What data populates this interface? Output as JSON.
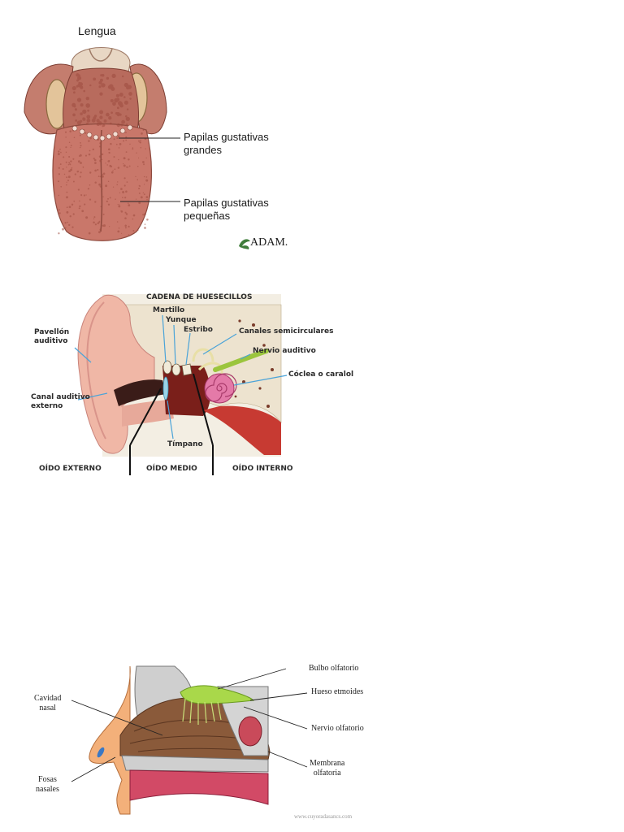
{
  "tongue": {
    "title": "Lengua",
    "large_papillae": "Papilas gustativas\ngrandes",
    "small_papillae": "Papilas gustativas\npequeñas",
    "logo": "ADAM."
  },
  "ear": {
    "ossicles_title": "CADENA DE HUESECILLOS",
    "martillo": "Martillo",
    "yunque": "Yunque",
    "estribo": "Estribo",
    "canales": "Canales semicirculares",
    "nervio": "Nervio auditivo",
    "coclea": "Cóclea o caralol",
    "pabellon": "Pavellón\nauditivo",
    "canal": "Canal auditivo\nexterno",
    "timpano": "Tímpano",
    "externo": "OÍDO EXTERNO",
    "medio": "OÍDO MEDIO",
    "interno": "OÍDO INTERNO"
  },
  "nose": {
    "bulbo": "Bulbo olfatorio",
    "hueso": "Hueso etmoides",
    "nervio": "Nervio olfatorio",
    "membrana": "Membrana\nolfatoria",
    "cavidad": "Cavidad\nnasal",
    "fosas": "Fosas\nnasales",
    "watermark": "www.cuyoradasancs.com"
  },
  "colors": {
    "tongue_flesh": "#c9776a",
    "tongue_dark": "#9e4c3f",
    "ear_skin": "#f0b7a6",
    "cochlea": "#d9488a",
    "nerve": "#9bc53d",
    "bone": "#e9e3d3",
    "nasal_membrane": "#8a5a3a",
    "olfactory_bulb": "#a9d84a",
    "label_line": "#4aa3d8"
  }
}
